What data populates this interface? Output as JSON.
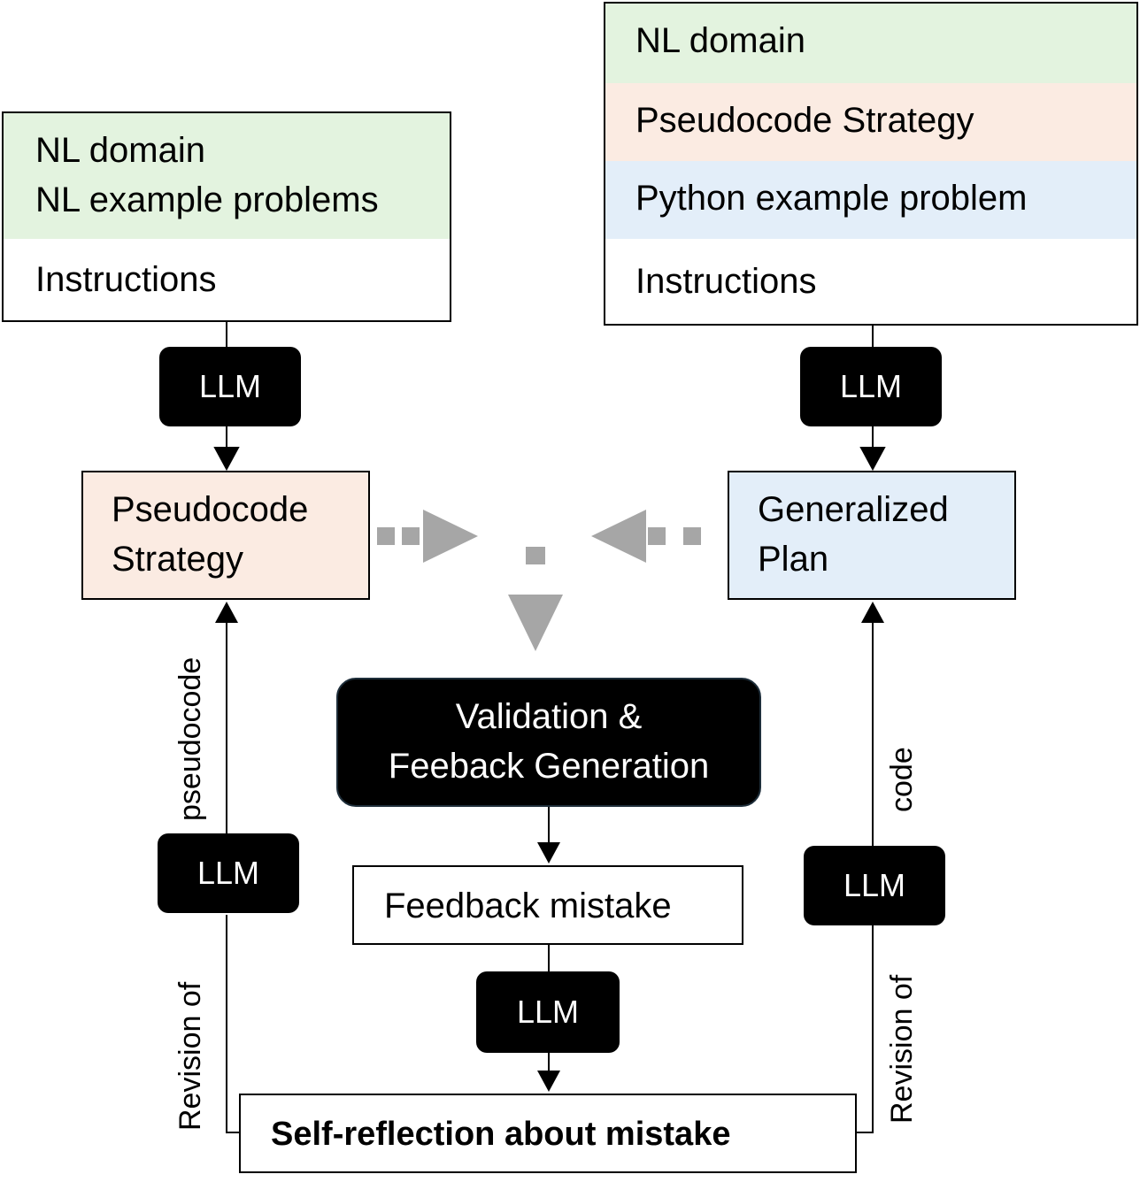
{
  "left_prompt": {
    "line1": "NL domain",
    "line2": "NL example problems",
    "instructions": "Instructions"
  },
  "right_prompt": {
    "nl_domain": "NL domain",
    "pseudocode_strategy": "Pseudocode Strategy",
    "python_example": "Python example problem",
    "instructions": "Instructions"
  },
  "llm_label": "LLM",
  "pseudocode_node": {
    "line1": "Pseudocode",
    "line2": "Strategy"
  },
  "plan_node": {
    "line1": "Generalized",
    "line2": "Plan"
  },
  "validation_node": {
    "line1": "Validation &",
    "line2": "Feeback Generation"
  },
  "feedback_node": {
    "label": "Feedback mistake"
  },
  "reflection_node": {
    "label": "Self-reflection about mistake"
  },
  "edge_labels": {
    "left_upper": "pseudocode",
    "left_lower": "Revision of",
    "right_upper": "code",
    "right_lower": "Revision of"
  },
  "colors": {
    "green": "#e3f3df",
    "peach": "#fbebe2",
    "blue": "#e3eef9",
    "gray_arrow": "#a6a6a6",
    "black": "#000000"
  }
}
